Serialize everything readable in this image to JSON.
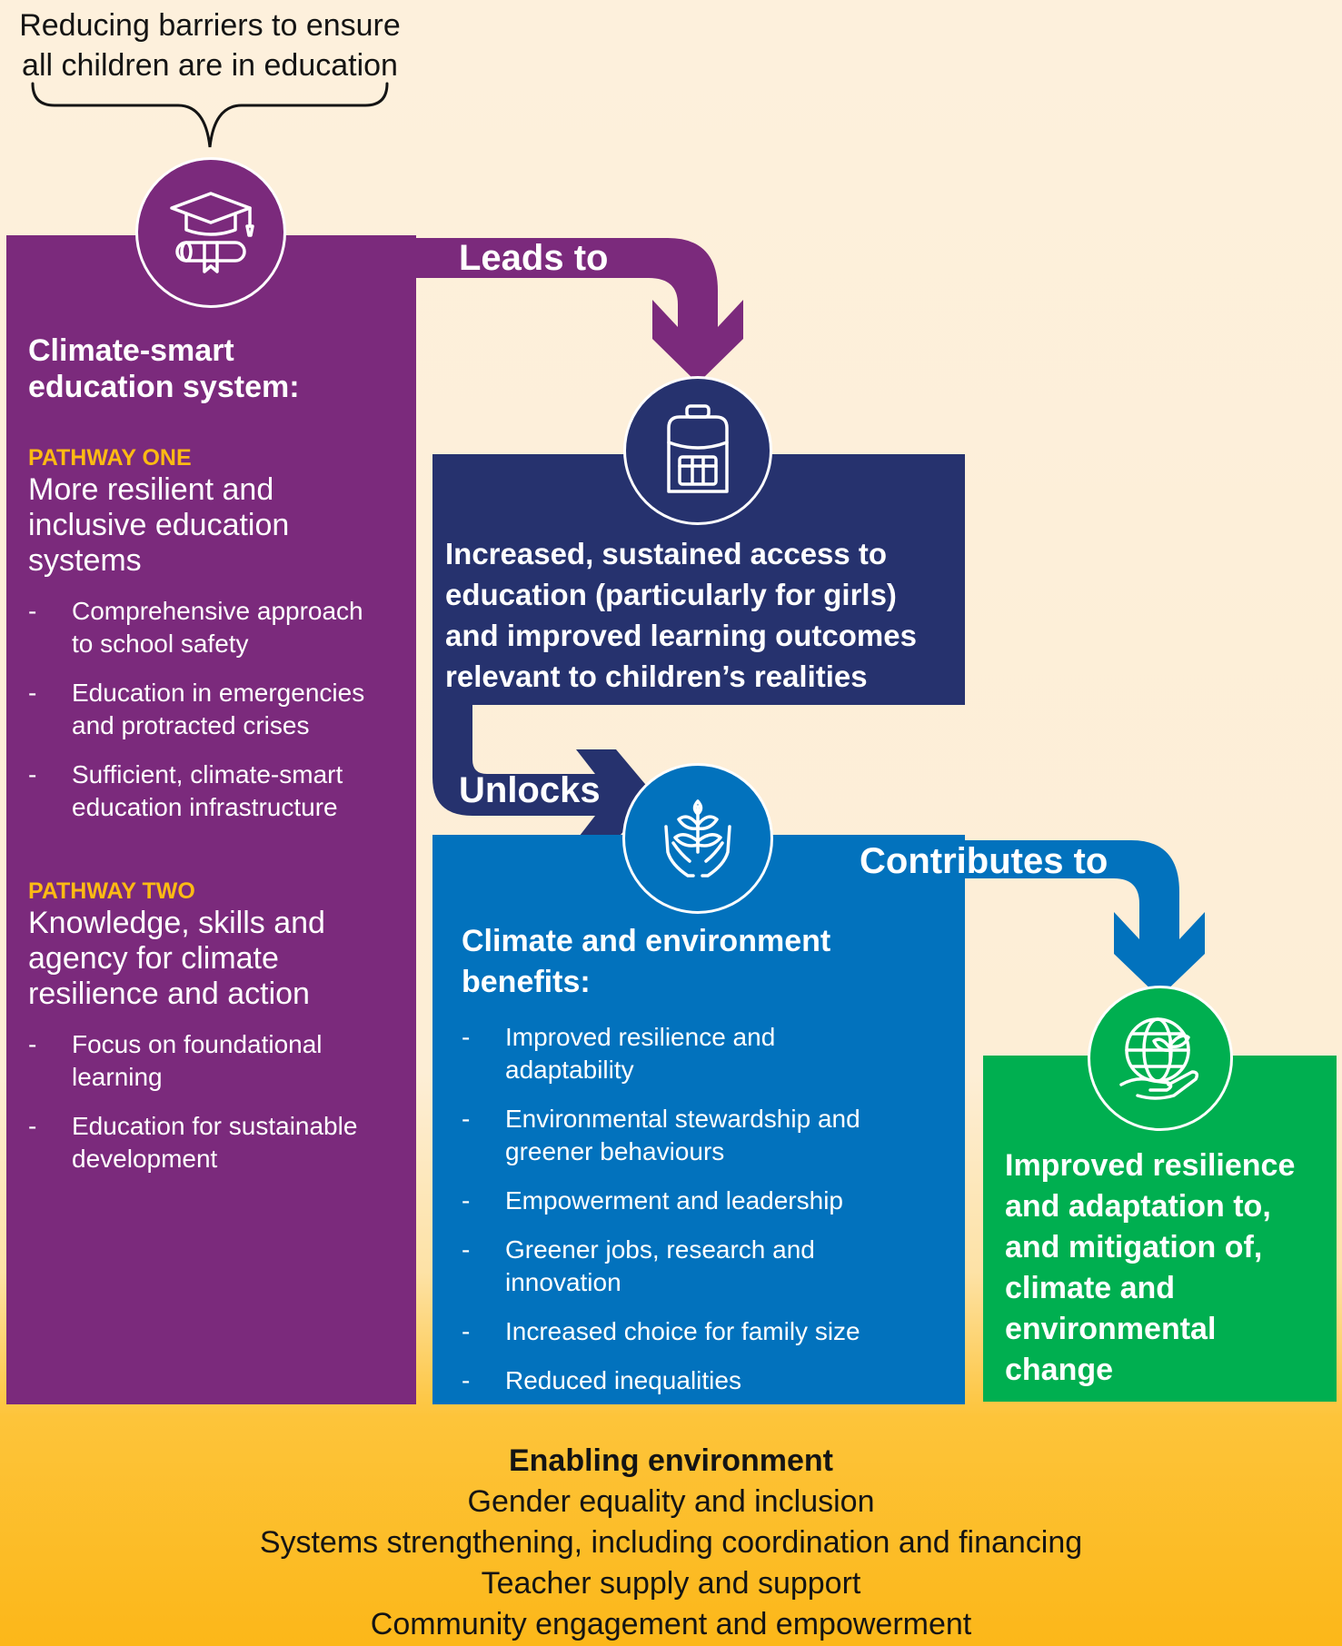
{
  "top_caption": [
    "Reducing barriers to ensure",
    "all children are in education"
  ],
  "purple": {
    "title": [
      "Climate-smart",
      "education system:"
    ],
    "pathway_one": {
      "label": "PATHWAY ONE",
      "title": [
        "More resilient and",
        "inclusive education",
        "systems"
      ],
      "items": [
        [
          "Comprehensive approach",
          "to school safety"
        ],
        [
          "Education in emergencies",
          "and protracted crises"
        ],
        [
          "Sufficient, climate-smart",
          "education infrastructure"
        ]
      ]
    },
    "pathway_two": {
      "label": "PATHWAY TWO",
      "title": [
        "Knowledge, skills and",
        "agency for climate",
        "resilience and action"
      ],
      "items": [
        [
          "Focus on foundational",
          "learning"
        ],
        [
          "Education for sustainable",
          "development"
        ]
      ]
    }
  },
  "navy": {
    "text": [
      "Increased, sustained access to",
      "education (particularly for girls)",
      "and improved learning outcomes",
      "relevant to children’s realities"
    ]
  },
  "blue": {
    "title": [
      "Climate and environment",
      "benefits:"
    ],
    "items": [
      [
        "Improved resilience and",
        "adaptability"
      ],
      [
        "Environmental stewardship and",
        "greener behaviours"
      ],
      [
        "Empowerment and leadership"
      ],
      [
        "Greener jobs, research and",
        "innovation"
      ],
      [
        "Increased choice for family size"
      ],
      [
        "Reduced inequalities"
      ]
    ]
  },
  "green": {
    "text": [
      "Improved resilience",
      "and adaptation to,",
      "and mitigation of,",
      "climate and",
      "environmental",
      "change"
    ]
  },
  "arrows": {
    "leads_to": "Leads to",
    "unlocks": "Unlocks",
    "contributes_to": "Contributes to"
  },
  "icons": {
    "purple": "graduation-cap-diploma-icon",
    "navy": "backpack-icon",
    "blue": "hands-plant-icon",
    "green": "hand-globe-plant-icon"
  },
  "enabling": {
    "title": "Enabling environment",
    "items": [
      "Gender equality and inclusion",
      "Systems strengthening, including coordination and financing",
      "Teacher supply and support",
      "Community engagement and empowerment"
    ]
  },
  "colors": {
    "purple": "#7b2a7c",
    "navy": "#26326e",
    "blue": "#0272bd",
    "green": "#00af50",
    "pathway_label": "#fdba13",
    "background_top": "#fdf0dc",
    "background_bottom": "#fcb719"
  }
}
